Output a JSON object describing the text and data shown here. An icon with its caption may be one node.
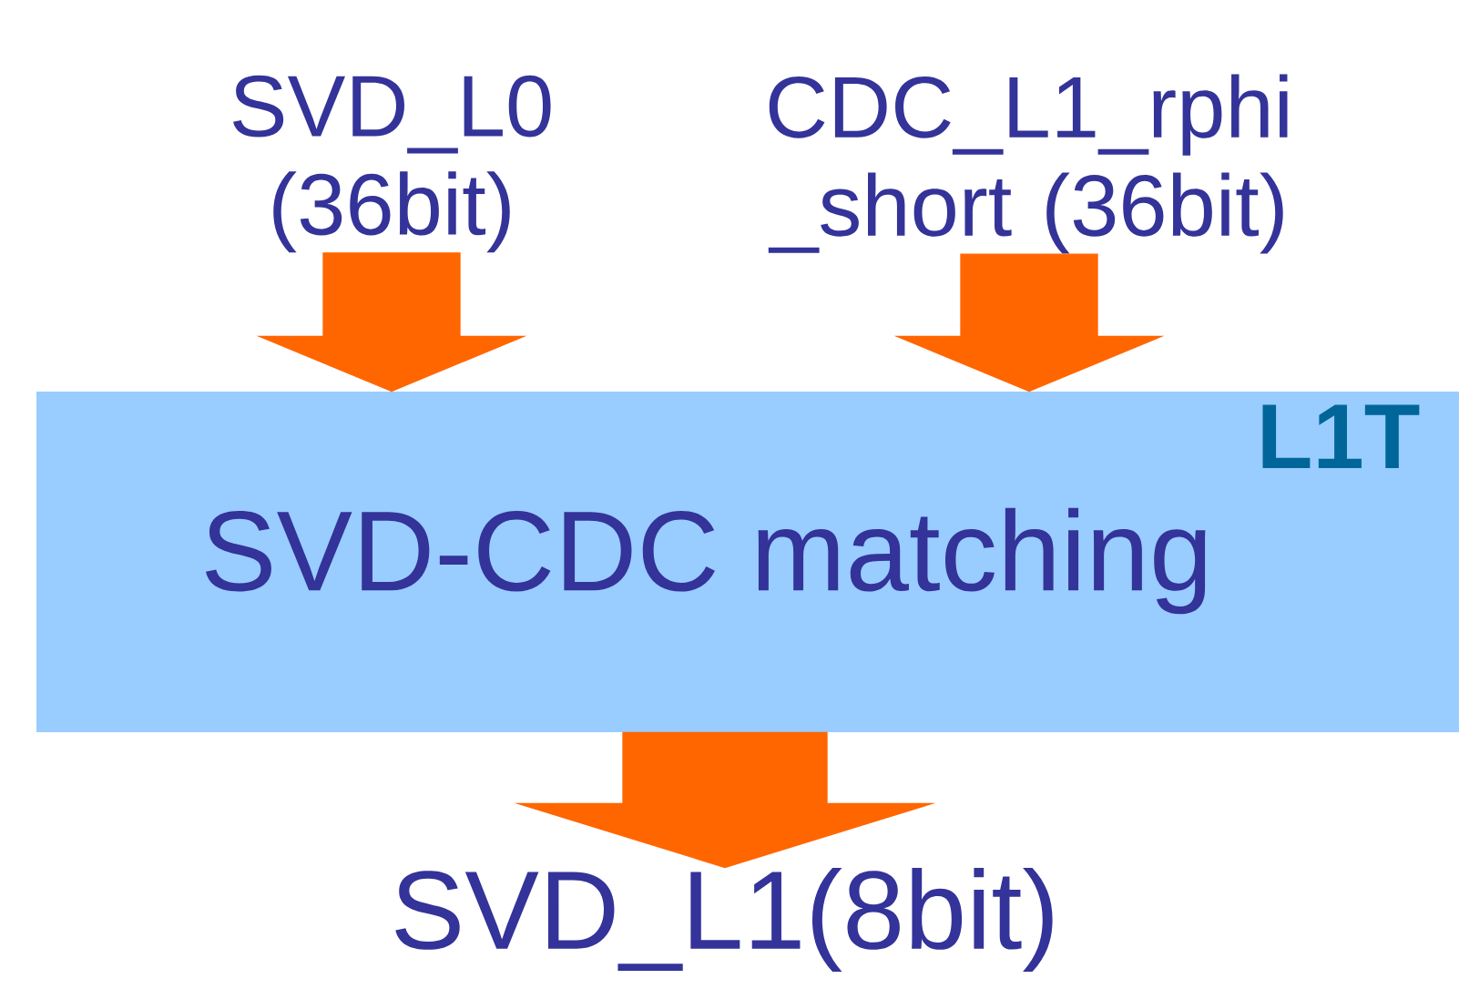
{
  "diagram": {
    "nodes": [
      {
        "text": [
          "SVD_L0 (36bit)"
        ]
      },
      {
        "text": [
          "CDC_L1_rphi _short (36bit)"
        ]
      },
      {
        "text": [
          "L1T",
          "SVD-CDC matching"
        ]
      },
      {
        "text": [
          "SVD_L1(8bit)"
        ]
      }
    ],
    "edges": [
      {
        "from": 0,
        "to": 2,
        "arrow": "to"
      },
      {
        "from": 1,
        "to": 2,
        "arrow": "to"
      },
      {
        "from": 2,
        "to": 3,
        "arrow": "to"
      }
    ]
  }
}
